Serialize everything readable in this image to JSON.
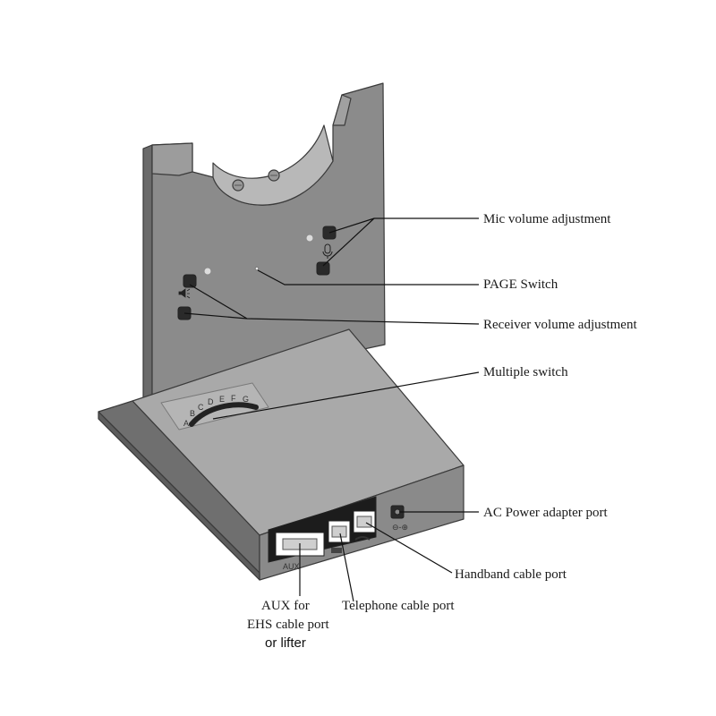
{
  "labels": {
    "mic_volume": "Mic volume adjustment",
    "page_switch": "PAGE Switch",
    "receiver_volume": "Receiver volume adjustment",
    "multiple_switch": "Multiple switch",
    "ac_power": "AC Power adapter port",
    "handband_port": "Handband cable port",
    "telephone_port": "Telephone cable port",
    "aux_line1": "AUX for",
    "aux_line2": "EHS cable port",
    "aux_line3": "or lifter"
  },
  "device_markings": {
    "aux_port": "AUX",
    "switch_letters": [
      "A",
      "B",
      "C",
      "D",
      "E",
      "F",
      "G"
    ]
  },
  "icons": {
    "mic": "microphone-icon",
    "speaker": "speaker-icon",
    "handset": "handset-icon",
    "phone": "phone-icon",
    "power": "power-polarity-icon"
  },
  "colors": {
    "body_front": "#8f8f8f",
    "body_side": "#707070",
    "body_top": "#a9a9a9",
    "outline": "#333333"
  }
}
